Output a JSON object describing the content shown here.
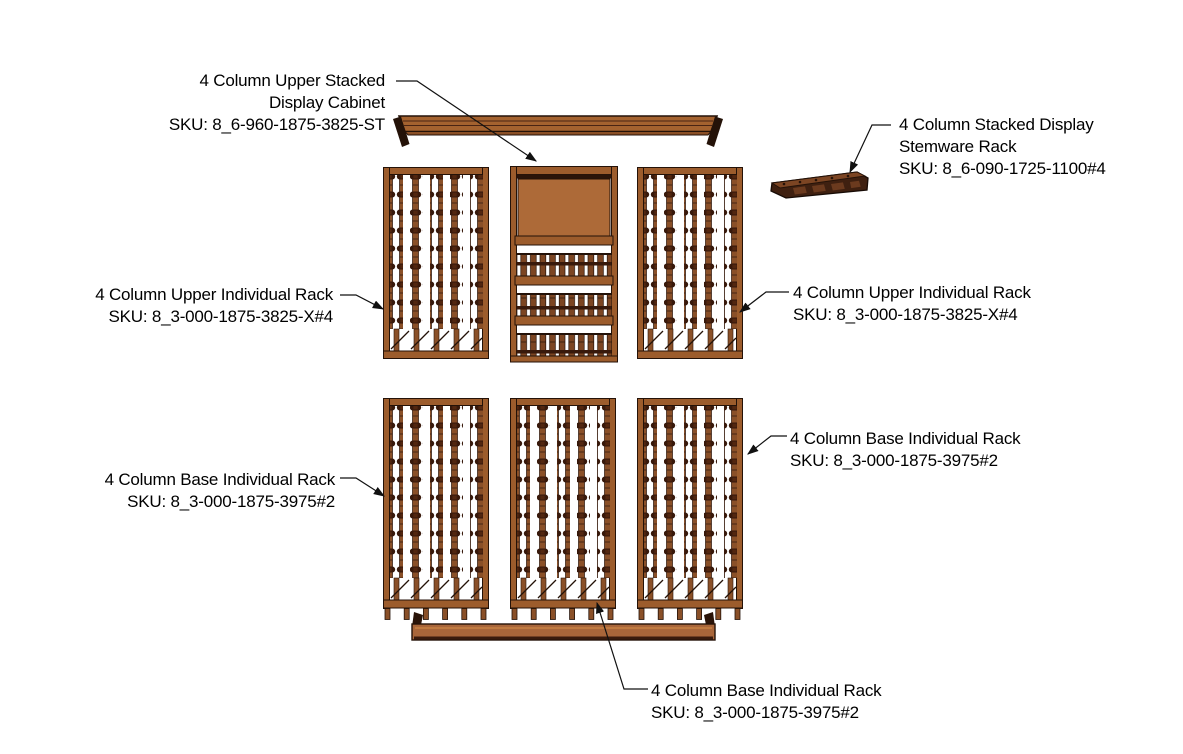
{
  "diagram": {
    "description": "Wine rack assembly exploded parts diagram",
    "parts": [
      {
        "id": "display-cabinet",
        "name_lines": [
          "4 Column Upper Stacked",
          "Display Cabinet"
        ],
        "sku": "SKU: 8_6-960-1875-3825-ST"
      },
      {
        "id": "stemware-rack",
        "name_lines": [
          "4 Column Stacked Display",
          "Stemware Rack"
        ],
        "sku": "SKU: 8_6-090-1725-1100#4"
      },
      {
        "id": "upper-rack-left",
        "name_lines": [
          "4 Column Upper Individual Rack"
        ],
        "sku": "SKU: 8_3-000-1875-3825-X#4"
      },
      {
        "id": "upper-rack-right",
        "name_lines": [
          "4 Column Upper Individual Rack"
        ],
        "sku": "SKU: 8_3-000-1875-3825-X#4"
      },
      {
        "id": "base-rack-right",
        "name_lines": [
          "4 Column Base Individual Rack"
        ],
        "sku": "SKU: 8_3-000-1875-3975#2"
      },
      {
        "id": "base-rack-left",
        "name_lines": [
          "4 Column Base Individual Rack"
        ],
        "sku": "SKU: 8_3-000-1875-3975#2"
      },
      {
        "id": "base-rack-bottom",
        "name_lines": [
          "4 Column Base Individual Rack"
        ],
        "sku": "SKU: 8_3-000-1875-3975#2"
      }
    ],
    "colors": {
      "background": "#ffffff",
      "wood_mid": "#a9663a",
      "wood_rail": "#9c5c2c",
      "wood_panel": "#ad6a38",
      "wood_dark": "#3a1b0d",
      "outline": "#241208",
      "stemware_body": "#3f2010",
      "arrow": "#111111",
      "label_text": "#000000"
    }
  }
}
